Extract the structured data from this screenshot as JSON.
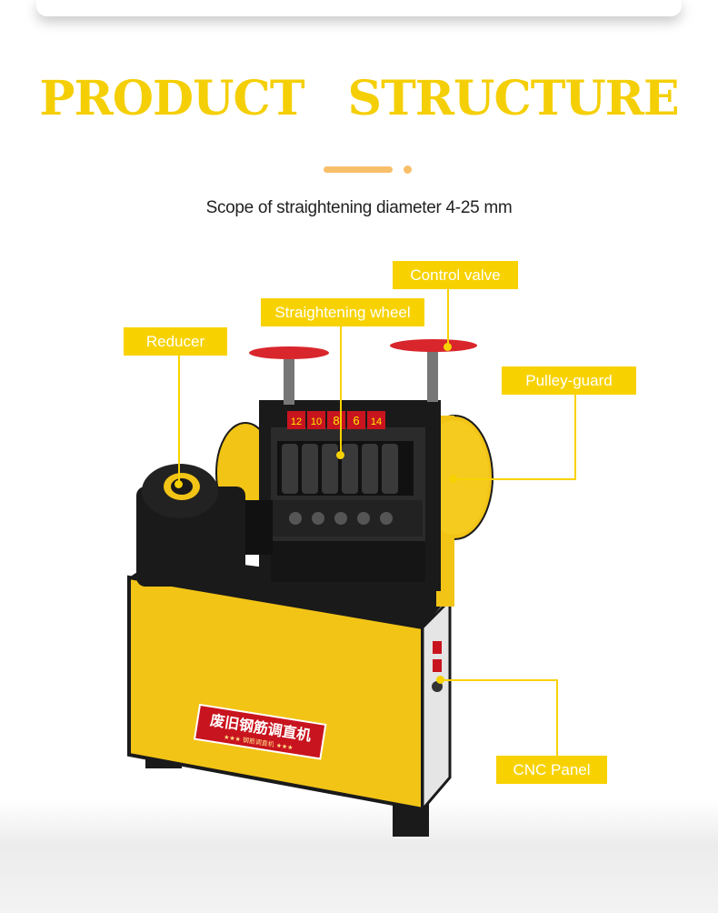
{
  "title": {
    "word1": "PRODUCT",
    "word2": "STRUCTURE"
  },
  "subtitle": "Scope of straightening diameter 4-25 mm",
  "labels": {
    "reducer": "Reducer",
    "straightening_wheel": "Straightening wheel",
    "control_valve": "Control valve",
    "pulley_guard": "Pulley-guard",
    "cnc_panel": "CNC Panel"
  },
  "machine": {
    "gauge_numbers": [
      "12",
      "10",
      "8",
      "6",
      "14"
    ],
    "nameplate": "废旧钢筋调直机",
    "nameplate_small": "★★★ 钢筋调直机 ★★★"
  },
  "colors": {
    "accent_yellow": "#f8d200",
    "title_yellow": "#f5cf05",
    "machine_yellow": "#f2c416",
    "machine_black": "#1a1a1a",
    "handle_red": "#d8262c",
    "nameplate_red": "#c8141e"
  }
}
